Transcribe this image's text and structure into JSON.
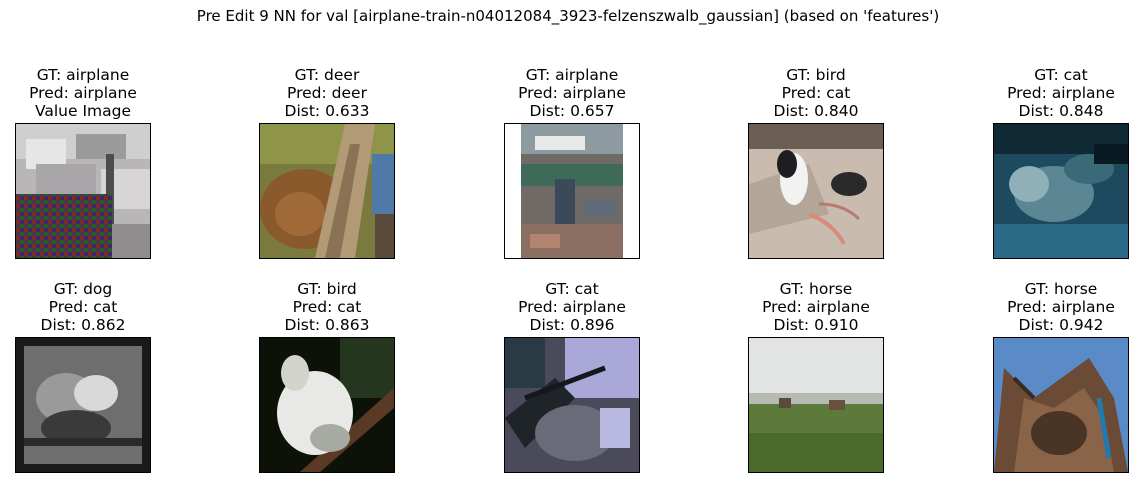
{
  "suptitle": "Pre Edit 9 NN for val [airplane-train-n04012084_3923-felzenszwalb_gaussian] (based on 'features')",
  "cells": [
    {
      "gt": "GT: airplane",
      "pred": "Pred: airplane",
      "extra": "Value Image",
      "image": "noisy grayscale airplane with colored noise"
    },
    {
      "gt": "GT: deer",
      "pred": "Pred: deer",
      "extra": "Dist: 0.633",
      "image": "deer face behind wooden post"
    },
    {
      "gt": "GT: airplane",
      "pred": "Pred: airplane",
      "extra": "Dist: 0.657",
      "image": "aerial view of airfield with white borders"
    },
    {
      "gt": "GT: bird",
      "pred": "Pred: cat",
      "extra": "Dist: 0.840",
      "image": "black and white bird on rock"
    },
    {
      "gt": "GT: cat",
      "pred": "Pred: airplane",
      "extra": "Dist: 0.848",
      "image": "cat in teal blue tint"
    },
    {
      "gt": "GT: dog",
      "pred": "Pred: cat",
      "extra": "Dist: 0.862",
      "image": "grayscale dog with dark frame"
    },
    {
      "gt": "GT: bird",
      "pred": "Pred: cat",
      "extra": "Dist: 0.863",
      "image": "white cockatoo on branch"
    },
    {
      "gt": "GT: cat",
      "pred": "Pred: airplane",
      "extra": "Dist: 0.896",
      "image": "striped cat lavender tint"
    },
    {
      "gt": "GT: horse",
      "pred": "Pred: airplane",
      "extra": "Dist: 0.910",
      "image": "horses in foggy green field"
    },
    {
      "gt": "GT: horse",
      "pred": "Pred: airplane",
      "extra": "Dist: 0.942",
      "image": "brown horse head under blue sky"
    }
  ]
}
